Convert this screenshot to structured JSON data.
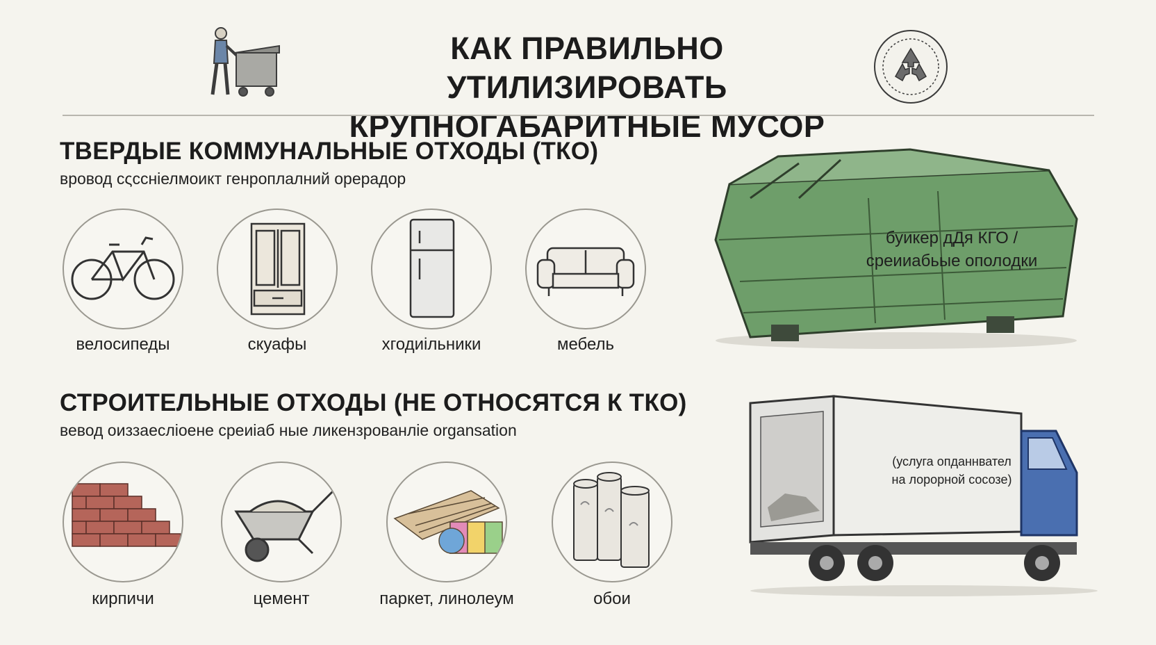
{
  "header": {
    "title_line1": "КАК ПРАВИЛЬНО УТИЛИЗИРОВАТЬ",
    "title_line2": "КРУПНОГАБАРИТНЫЕ МУСОР",
    "left_icon": "worker-with-dumpster-icon",
    "right_icon": "recycle-seal-icon"
  },
  "section_tko": {
    "title": "ТВЕРДЫЕ КОММУНАЛЬНЫЕ ОТХОДЫ (ТКО)",
    "subtitle": "вровод сςсснiелмоикт генроплалний орерадор",
    "items": [
      {
        "label": "велосипеды",
        "icon": "bicycle-icon"
      },
      {
        "label": "скуафы",
        "icon": "wardrobe-icon"
      },
      {
        "label": "хгодиiльники",
        "icon": "refrigerator-icon"
      },
      {
        "label": "мебель",
        "icon": "sofa-icon"
      }
    ],
    "container_label_line1": "буикер дДя КГО /",
    "container_label_line2": "среииабьые ополодки"
  },
  "section_construction": {
    "title": "СТРОИТЕЛЬНЫЕ ОТХОДЫ (НЕ ОТНОСЯТСЯ К ТКО)",
    "subtitle": "вевод оиззaeслioене среиiаб ные ликензрованлie organsation",
    "items": [
      {
        "label": "кирпичи",
        "icon": "bricks-icon"
      },
      {
        "label": "цемент",
        "icon": "wheelbarrow-icon"
      },
      {
        "label": "паркет, линолеум",
        "icon": "parquet-linoleum-icon"
      },
      {
        "label": "обои",
        "icon": "wallpaper-rolls-icon"
      }
    ],
    "truck_label_line1": "(услуга опданнвател",
    "truck_label_line2": "на лорорной сосозе)"
  },
  "colors": {
    "background": "#f5f4ee",
    "container_green": "#6e9e6a",
    "truck_blue": "#4a6fb0",
    "brick": "#b5655a"
  }
}
